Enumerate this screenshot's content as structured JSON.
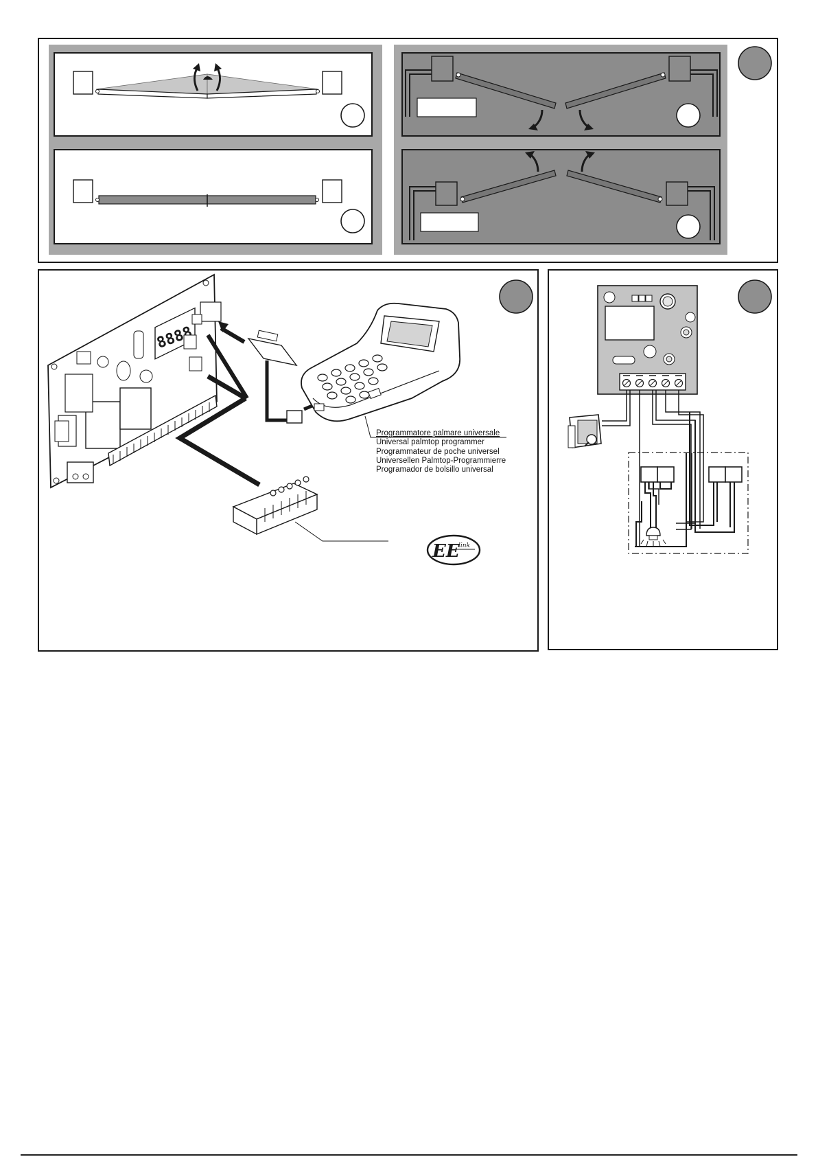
{
  "colors": {
    "ink": "#1a1a1a",
    "gate_fill": "#8c8c8c",
    "background_gray": "#a8a8a8",
    "badge_gray": "#8f8f8f",
    "paper": "#ffffff"
  },
  "figure_top": {
    "left_views": [
      "gate-closed-with-swing-arrows",
      "gate-closed"
    ],
    "right_views": [
      "gate-opening-inward",
      "gate-closing"
    ],
    "badge": ""
  },
  "figure_programmer": {
    "caption_lines": [
      "Programmatore palmare universale",
      "Universal palmtop programmer",
      "Programmateur de poche universel",
      "Universellen Palmtop-Programmierre",
      "Programador de bolsillo universal"
    ],
    "display_digits": "8888",
    "logo_icon": "ee-link-logo-icon",
    "logo_text": "link"
  },
  "figure_wiring": {
    "terminal_count": 5,
    "icons": [
      "key-selector-icon",
      "lamp-icon",
      "terminal-block-icon"
    ]
  }
}
